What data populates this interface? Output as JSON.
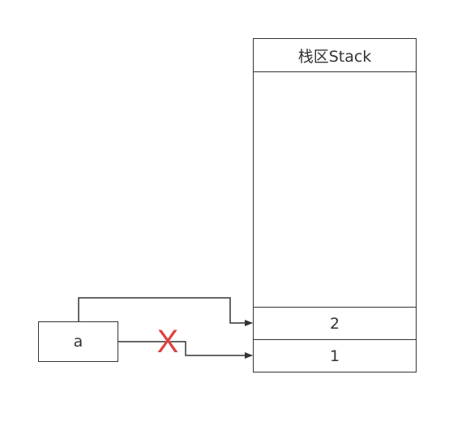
{
  "stack": {
    "title": "栈区Stack",
    "slots": [
      {
        "label": "2"
      },
      {
        "label": "1"
      }
    ]
  },
  "variable": {
    "label": "a"
  },
  "broken_link": {
    "mark": "X",
    "color": "#e04040"
  },
  "colors": {
    "line": "#333333",
    "background": "#ffffff"
  }
}
